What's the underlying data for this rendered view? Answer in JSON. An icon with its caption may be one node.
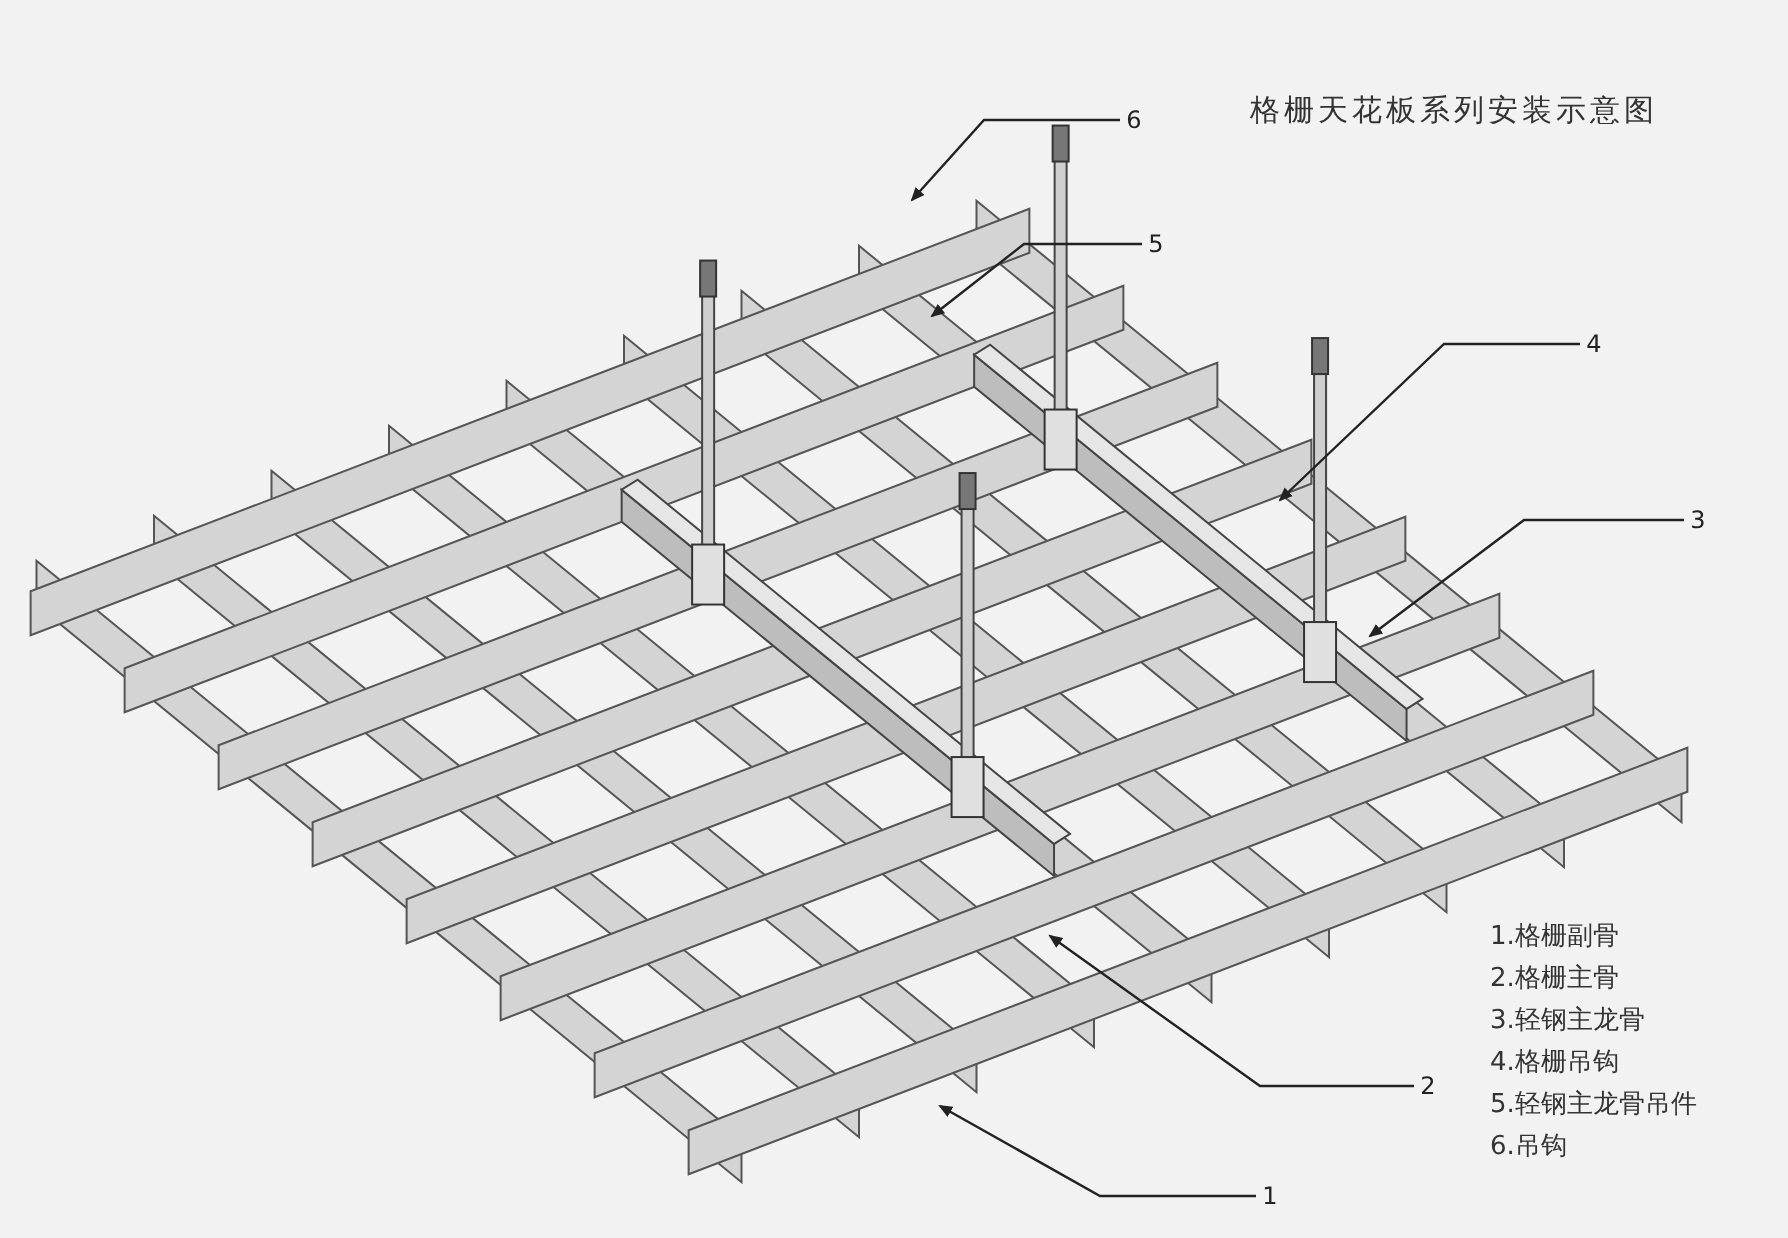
{
  "diagram": {
    "title": "格栅天花板系列安装示意图",
    "nodes": [
      {
        "text": [
          "6"
        ]
      },
      {
        "text": [
          "5"
        ]
      },
      {
        "text": [
          "4"
        ]
      },
      {
        "text": [
          "3"
        ]
      },
      {
        "text": [
          "2"
        ]
      },
      {
        "text": [
          "1"
        ]
      }
    ],
    "edges": [
      {
        "from": 0,
        "to": null,
        "arrow": "to"
      },
      {
        "from": 1,
        "to": null,
        "arrow": "to"
      },
      {
        "from": 2,
        "to": null,
        "arrow": "to"
      },
      {
        "from": 3,
        "to": null,
        "arrow": "to"
      },
      {
        "from": 4,
        "to": null,
        "arrow": "to"
      },
      {
        "from": 5,
        "to": null,
        "arrow": "to"
      }
    ],
    "labels": [
      "1.格栅副骨",
      "2.格栅主骨",
      "3.轻钢主龙骨",
      "4.格栅吊钩",
      "5.轻钢主龙骨吊件",
      "6.吊钩"
    ]
  }
}
